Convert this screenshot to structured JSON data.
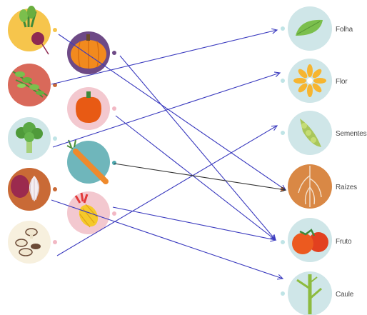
{
  "title": "",
  "colors": {
    "arrow": "#3b3bbf",
    "arrow_dark": "#333333",
    "category_bg": "#cfe6e8",
    "dot_orange": "#c96a36",
    "dot_pink": "#f2b8c4",
    "dot_teal": "#4ea7ae",
    "dot_purple": "#6e4a86",
    "dot_light": "#bfe4e6"
  },
  "categories": [
    {
      "id": "folha",
      "label": "Folha",
      "icon": "leaf-icon"
    },
    {
      "id": "flor",
      "label": "Flor",
      "icon": "flower-icon"
    },
    {
      "id": "sementes",
      "label": "Sementes",
      "icon": "pea-pod-icon"
    },
    {
      "id": "raizes",
      "label": "Raízes",
      "icon": "roots-icon"
    },
    {
      "id": "fruto",
      "label": "Fruto",
      "icon": "tomato-icon"
    },
    {
      "id": "caule",
      "label": "Caule",
      "icon": "stem-icon"
    }
  ],
  "foods": [
    {
      "id": "beet",
      "icon": "beet-icon",
      "bg": "#f6c54c",
      "dot": "#f6c54c"
    },
    {
      "id": "herbs",
      "icon": "herbs-icon",
      "bg": "#d9695a",
      "dot": "#c96a36"
    },
    {
      "id": "broccoli",
      "icon": "broccoli-icon",
      "bg": "#cfe6e8",
      "dot": "#bfe4e6"
    },
    {
      "id": "onion",
      "icon": "onion-icon",
      "bg": "#c96a36",
      "dot": "#c96a36"
    },
    {
      "id": "mushroom",
      "icon": "mushroom-icon",
      "bg": "#f7f0de",
      "dot": "#f2b8c4"
    },
    {
      "id": "pumpkin",
      "icon": "pumpkin-icon",
      "bg": "#6e4a86",
      "dot": "#6e4a86"
    },
    {
      "id": "pepper",
      "icon": "pepper-icon",
      "bg": "#f3c8cf",
      "dot": "#f2b8c4"
    },
    {
      "id": "carrot",
      "icon": "carrot-icon",
      "bg": "#6fb6bb",
      "dot": "#4ea7ae"
    },
    {
      "id": "pineapple",
      "icon": "pineapple-icon",
      "bg": "#f3c8cf",
      "dot": "#f2b8c4"
    }
  ],
  "connections": [
    {
      "from": "beet",
      "to": "raizes",
      "color": "arrow"
    },
    {
      "from": "herbs",
      "to": "folha",
      "color": "arrow"
    },
    {
      "from": "broccoli",
      "to": "flor",
      "color": "arrow"
    },
    {
      "from": "onion",
      "to": "caule",
      "color": "arrow"
    },
    {
      "from": "mushroom",
      "to": "sementes",
      "color": "arrow"
    },
    {
      "from": "pumpkin",
      "to": "fruto",
      "color": "arrow"
    },
    {
      "from": "pepper",
      "to": "fruto",
      "color": "arrow"
    },
    {
      "from": "carrot",
      "to": "raizes",
      "color": "arrow_dark"
    },
    {
      "from": "pineapple",
      "to": "fruto",
      "color": "arrow"
    }
  ]
}
